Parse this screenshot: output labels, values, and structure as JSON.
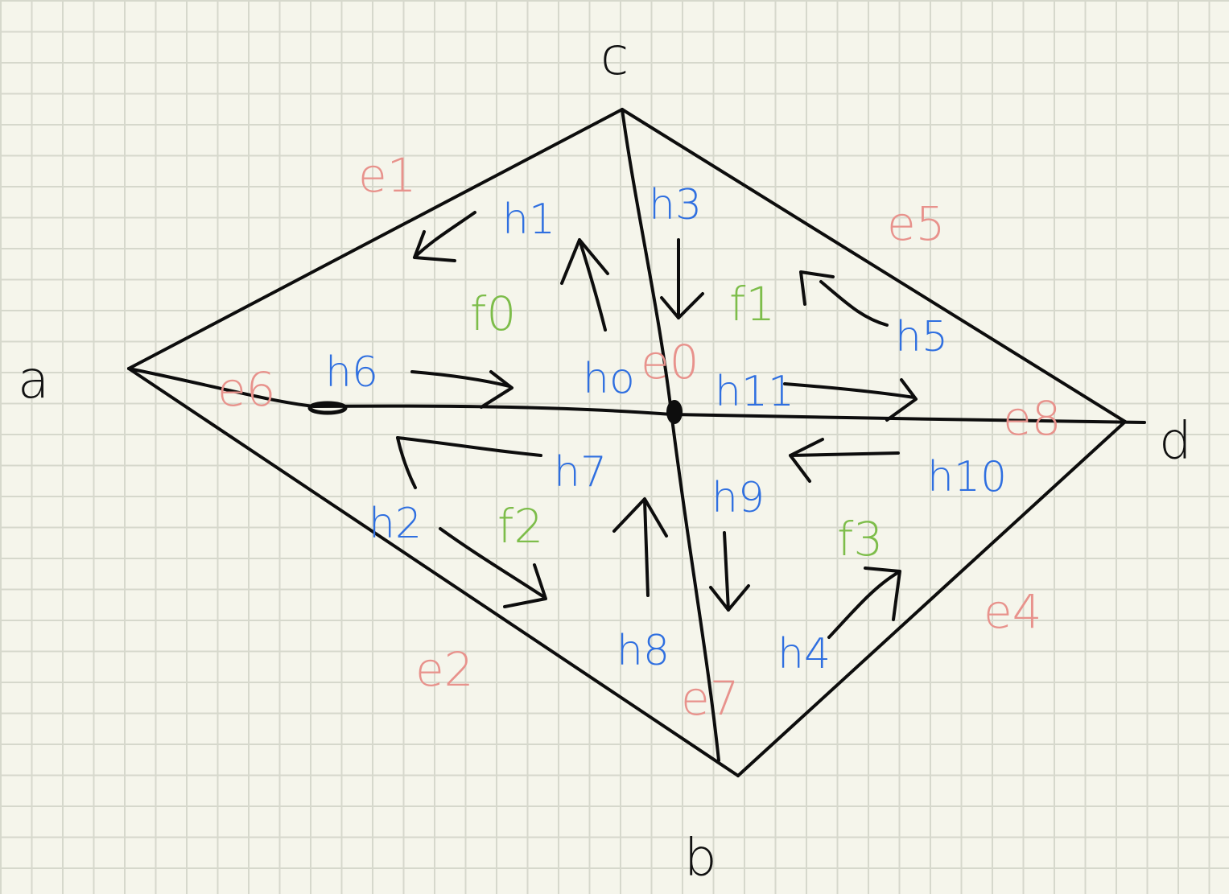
{
  "vertices": {
    "a": "a",
    "b": "b",
    "c": "c",
    "d": "d"
  },
  "edges": {
    "e0": "e0",
    "e1": "e1",
    "e2": "e2",
    "e4": "e4",
    "e5": "e5",
    "e6": "e6",
    "e7": "e7",
    "e8": "e8"
  },
  "halfedges": {
    "h0": "ho",
    "h1": "h1",
    "h2": "h2",
    "h3": "h3",
    "h4": "h4",
    "h5": "h5",
    "h6": "h6",
    "h7": "h7",
    "h8": "h8",
    "h9": "h9",
    "h10": "h10",
    "h11": "h11"
  },
  "faces": {
    "f0": "f0",
    "f1": "f1",
    "f2": "f2",
    "f3": "f3"
  },
  "colors": {
    "paper": "#f5f5eb",
    "grid": "#d6d8cc",
    "ink": "#0d0d0d",
    "edge_labels": "#e8928c",
    "halfedge_labels": "#2f6fe0",
    "face_labels": "#7dbd4a"
  }
}
